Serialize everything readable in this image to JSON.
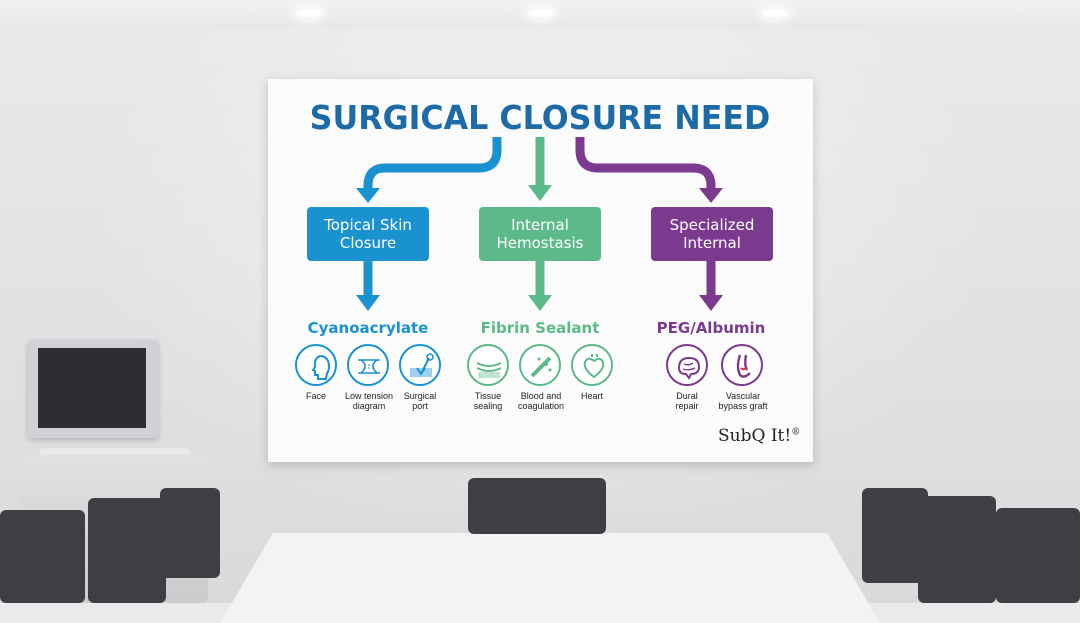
{
  "poster": {
    "title": "SURGICAL CLOSURE NEED",
    "branches": [
      {
        "category": "Topical Skin\nClosure",
        "method": "Cyanoacrylate",
        "color": "#1a92d0",
        "items": [
          {
            "icon": "face-icon",
            "label": "Face"
          },
          {
            "icon": "low-tension-icon",
            "label": "Low tension\ndiagram"
          },
          {
            "icon": "surgical-port-icon",
            "label": "Surgical\nport"
          }
        ]
      },
      {
        "category": "Internal\nHemostasis",
        "method": "Fibrin Sealant",
        "color": "#5cb98a",
        "items": [
          {
            "icon": "tissue-icon",
            "label": "Tissue\nsealing"
          },
          {
            "icon": "blood-icon",
            "label": "Blood and\ncoagulation"
          },
          {
            "icon": "heart-icon",
            "label": "Heart"
          }
        ]
      },
      {
        "category": "Specialized\nInternal",
        "method": "PEG/Albumin",
        "color": "#7b3a8e",
        "items": [
          {
            "icon": "brain-icon",
            "label": "Dural\nrepair"
          },
          {
            "icon": "vessel-icon",
            "label": "Vascular\nbypass graft"
          }
        ]
      }
    ],
    "brand": "SubQ It!",
    "brand_mark": "®"
  },
  "colors": {
    "title": "#1c6aa6"
  }
}
